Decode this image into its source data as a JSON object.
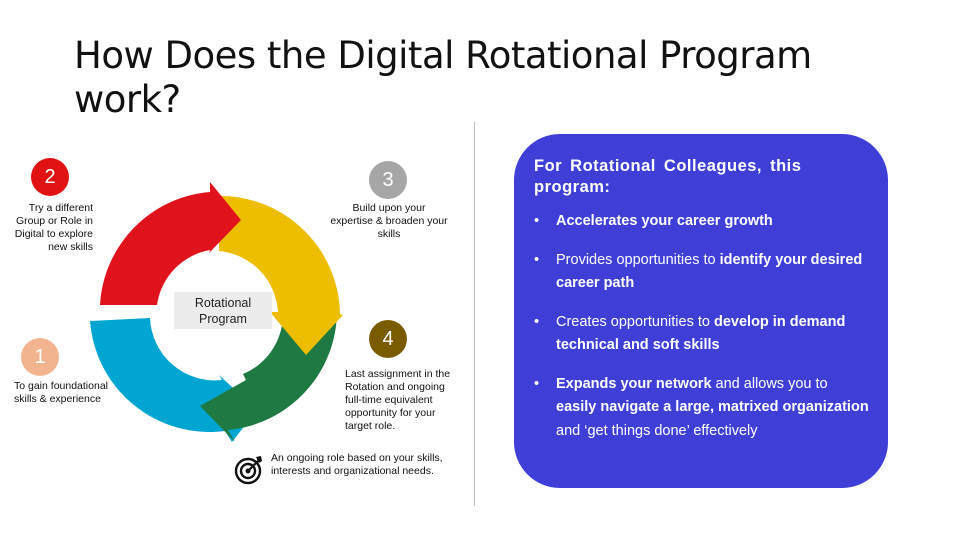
{
  "title": "How Does the Digital Rotational Program work?",
  "cycle": {
    "center_label": "Rotational Program",
    "colors": {
      "red": "#e0121b",
      "yellow": "#edbd00",
      "green": "#1e7a42",
      "blue": "#00a6d1",
      "step1": "#f2b48f",
      "step2": "#e01212",
      "step3": "#a6a6a6",
      "step4": "#7a5c00"
    },
    "steps": [
      {
        "number": "1",
        "text": "To gain foundational skills & experience"
      },
      {
        "number": "2",
        "text": "Try a different Group or Role in Digital to explore new skills"
      },
      {
        "number": "3",
        "text": "Build upon your expertise & broaden your skills"
      },
      {
        "number": "4",
        "text": "Last assignment in the Rotation and ongoing full-time equivalent opportunity for your target role."
      }
    ],
    "target": {
      "icon": "target-icon",
      "text": "An ongoing role based on your skills, interests and organizational needs."
    }
  },
  "panel": {
    "heading": "For Rotational Colleagues, this program:",
    "bullet_char": "•",
    "color": "#3f3fd8",
    "items": [
      {
        "parts": [
          {
            "b": "Accelerates your career growth"
          }
        ]
      },
      {
        "parts": [
          {
            "t": "Provides opportunities to "
          },
          {
            "b": "identify your desired career path"
          }
        ]
      },
      {
        "parts": [
          {
            "t": "Creates opportunities to "
          },
          {
            "b": "develop in demand technical and soft skills"
          }
        ]
      },
      {
        "parts": [
          {
            "b": "Expands your network"
          },
          {
            "t": " and allows you to "
          },
          {
            "b": "easily navigate a large, matrixed organization"
          },
          {
            "t": " and ‘get things done’ effectively"
          }
        ]
      }
    ]
  }
}
